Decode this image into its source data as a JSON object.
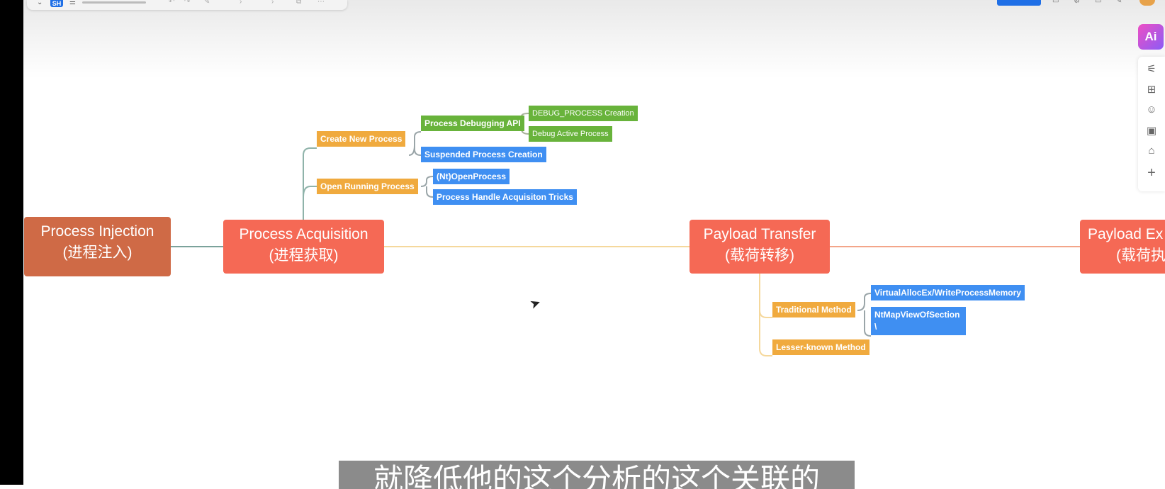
{
  "mindmap": {
    "root": {
      "line1": "Process Injection",
      "line2": "(进程注入)"
    },
    "acquisition": {
      "line1": "Process Acquisition",
      "line2": "(进程获取)"
    },
    "transfer": {
      "line1": "Payload Transfer",
      "line2": "(载荷转移)"
    },
    "execution": {
      "line1": "Payload Ex",
      "line2": "(载荷执"
    },
    "acq_children": {
      "create_new": "Create New Process",
      "debug_api": "Process Debugging API",
      "debug_creation": "DEBUG_PROCESS Creation",
      "debug_active": "Debug Active Process",
      "suspended": "Suspended Process Creation",
      "open_running": "Open Running Process",
      "nt_open": "(Nt)OpenProcess",
      "handle_tricks": "Process Handle Acquisiton Tricks"
    },
    "transfer_children": {
      "traditional": "Traditional Method",
      "virtual_alloc": "VirtualAllocEx/WriteProcessMemory",
      "nt_map_line1": "NtMapViewOfSection",
      "nt_map_line2": "\\",
      "lesser_known": "Lesser-known Method"
    }
  },
  "toolbar": {
    "logo": "SH",
    "ai_label": "Ai"
  },
  "subtitle": "就降低他的这个分析的这个关联的",
  "colors": {
    "root": "#cf6a46",
    "level1": "#f56955",
    "orange": "#f0aa3e",
    "green": "#68b33b",
    "blue": "#3f8ff2"
  },
  "icons": {
    "side_panel": [
      "sliders-icon",
      "hierarchy-icon",
      "emoji-icon",
      "image-icon",
      "tag-icon",
      "plus-icon"
    ]
  }
}
